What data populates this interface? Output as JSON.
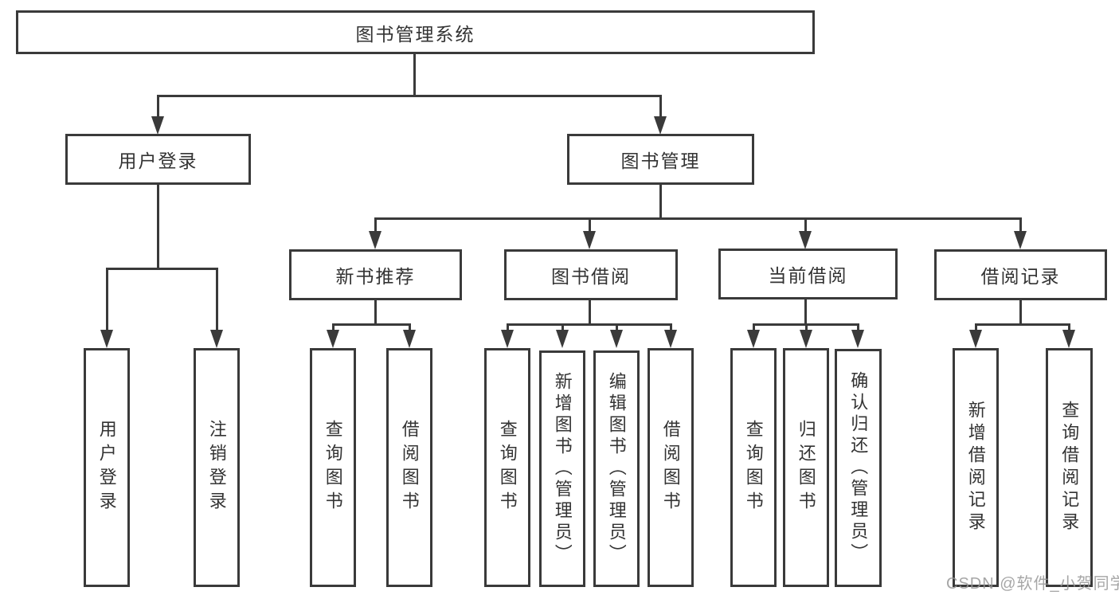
{
  "tree": {
    "root": {
      "label": "图书管理系统"
    },
    "branches": [
      {
        "label": "用户登录",
        "children": [
          {
            "label": "用户登录"
          },
          {
            "label": "注销登录"
          }
        ]
      },
      {
        "label": "图书管理",
        "children": [
          {
            "label": "新书推荐",
            "children": [
              {
                "label": "查询图书"
              },
              {
                "label": "借阅图书"
              }
            ]
          },
          {
            "label": "图书借阅",
            "children": [
              {
                "label": "查询图书"
              },
              {
                "label": "新增图书（管理员）"
              },
              {
                "label": "编辑图书（管理员）"
              },
              {
                "label": "借阅图书"
              }
            ]
          },
          {
            "label": "当前借阅",
            "children": [
              {
                "label": "查询图书"
              },
              {
                "label": "归还图书"
              },
              {
                "label": "确认归还（管理员）"
              }
            ]
          },
          {
            "label": "借阅记录",
            "children": [
              {
                "label": "新增借阅记录"
              },
              {
                "label": "查询借阅记录"
              }
            ]
          }
        ]
      }
    ]
  },
  "watermark": "CSDN @软件_小贺同学",
  "colors": {
    "line": "#3a3a3a",
    "text": "#333333",
    "background": "#ffffff",
    "watermark": "#969696"
  }
}
